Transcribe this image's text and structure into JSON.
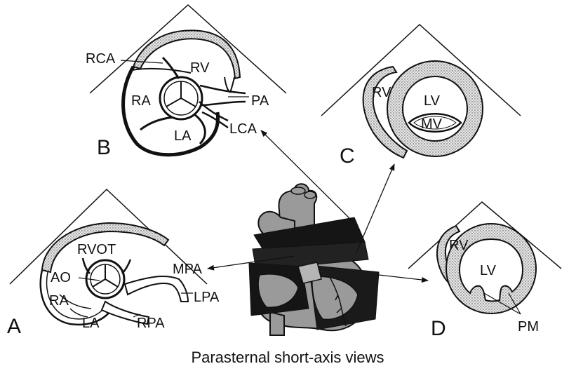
{
  "caption": "Parasternal short-axis views",
  "panels": {
    "A": {
      "letter": "A",
      "labels": {
        "rvot": "RVOT",
        "ao": "AO",
        "ra": "RA",
        "la": "LA",
        "rpa": "RPA",
        "mpa": "MPA",
        "lpa": "LPA"
      }
    },
    "B": {
      "letter": "B",
      "labels": {
        "rca": "RCA",
        "rv": "RV",
        "ra": "RA",
        "la": "LA",
        "pa": "PA",
        "lca": "LCA"
      }
    },
    "C": {
      "letter": "C",
      "labels": {
        "rv": "RV",
        "lv": "LV",
        "mv": "MV"
      }
    },
    "D": {
      "letter": "D",
      "labels": {
        "rv": "RV",
        "lv": "LV",
        "pm": "PM"
      }
    }
  }
}
